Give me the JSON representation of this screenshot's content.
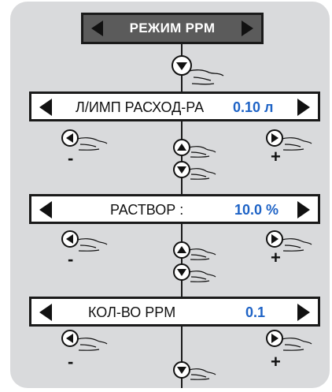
{
  "header": {
    "title": "РЕЖИМ PPM",
    "left_icon": "triangle-left-icon",
    "right_icon": "triangle-right-icon"
  },
  "rows": [
    {
      "label": "Л/ИМП РАСХОД-РА",
      "value": "0.10 л"
    },
    {
      "label": "РАСТВОР :",
      "value": "10.0 %"
    },
    {
      "label": "КОЛ-ВО PPM",
      "value": "0.1"
    }
  ],
  "controls": {
    "minus_sign": "-",
    "plus_sign": "+"
  },
  "colors": {
    "panel": "#d9dadc",
    "header_bg": "#5b5b5b",
    "value_text": "#1e63c6"
  }
}
